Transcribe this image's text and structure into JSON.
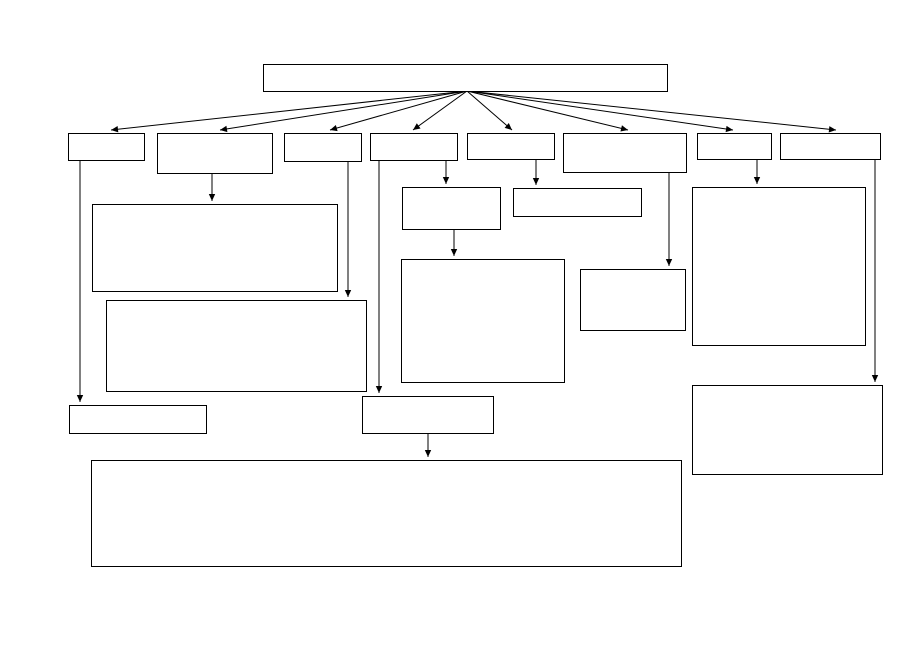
{
  "diagram": {
    "nodes": [
      {
        "id": "root",
        "label": ""
      },
      {
        "id": "level1-a",
        "label": ""
      },
      {
        "id": "level1-b",
        "label": ""
      },
      {
        "id": "level1-c",
        "label": ""
      },
      {
        "id": "level1-d",
        "label": ""
      },
      {
        "id": "level1-e",
        "label": ""
      },
      {
        "id": "level1-f",
        "label": ""
      },
      {
        "id": "level1-g",
        "label": ""
      },
      {
        "id": "level1-h",
        "label": ""
      },
      {
        "id": "b-child",
        "label": ""
      },
      {
        "id": "c-child",
        "label": ""
      },
      {
        "id": "a-child",
        "label": ""
      },
      {
        "id": "d-child",
        "label": ""
      },
      {
        "id": "d-child-sub",
        "label": ""
      },
      {
        "id": "e-child",
        "label": ""
      },
      {
        "id": "d-sub2",
        "label": ""
      },
      {
        "id": "d-sub3",
        "label": ""
      },
      {
        "id": "f-child",
        "label": ""
      },
      {
        "id": "g-child",
        "label": ""
      },
      {
        "id": "h-child",
        "label": ""
      }
    ],
    "edges": [
      {
        "from": "root",
        "to": "level1-a"
      },
      {
        "from": "root",
        "to": "level1-b"
      },
      {
        "from": "root",
        "to": "level1-c"
      },
      {
        "from": "root",
        "to": "level1-d"
      },
      {
        "from": "root",
        "to": "level1-e"
      },
      {
        "from": "root",
        "to": "level1-f"
      },
      {
        "from": "root",
        "to": "level1-g"
      },
      {
        "from": "root",
        "to": "level1-h"
      },
      {
        "from": "level1-b",
        "to": "b-child"
      },
      {
        "from": "level1-c",
        "to": "c-child"
      },
      {
        "from": "level1-a",
        "to": "a-child"
      },
      {
        "from": "level1-d",
        "to": "d-child"
      },
      {
        "from": "d-child",
        "to": "d-child-sub"
      },
      {
        "from": "level1-e",
        "to": "e-child"
      },
      {
        "from": "level1-d",
        "to": "d-sub2"
      },
      {
        "from": "d-sub2",
        "to": "d-sub3"
      },
      {
        "from": "level1-f",
        "to": "f-child"
      },
      {
        "from": "level1-g",
        "to": "g-child"
      },
      {
        "from": "level1-h",
        "to": "h-child"
      }
    ]
  }
}
